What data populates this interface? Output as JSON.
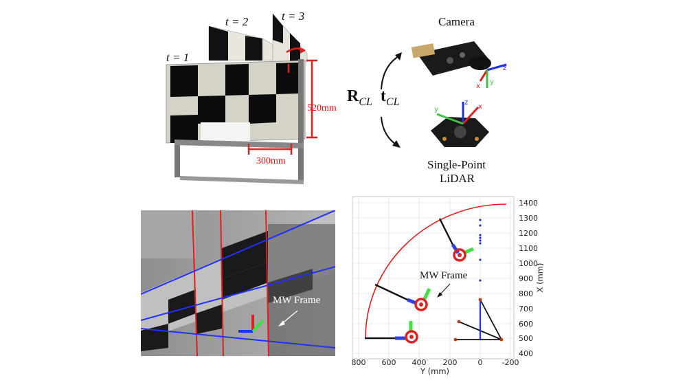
{
  "top_left": {
    "time_labels": [
      "t = 1",
      "t = 2",
      "t = 3"
    ],
    "dim_height": "520mm",
    "dim_width": "300mm"
  },
  "top_right": {
    "camera_label": "Camera",
    "lidar_label_line1": "Single-Point",
    "lidar_label_line2": "LiDAR",
    "transform_R": "R",
    "transform_t": "t",
    "subscript": "CL",
    "axis_labels": {
      "x": "x",
      "y": "y",
      "z": "z"
    }
  },
  "bottom_left": {
    "annotation": "MW Frame"
  },
  "bottom_right": {
    "annotation": "MW Frame",
    "x_axis_title": "Y (mm)",
    "y_axis_title": "X (mm)",
    "x_ticks": [
      "800",
      "600",
      "400",
      "200",
      "0",
      "-200"
    ],
    "y_ticks": [
      "1400",
      "1300",
      "1200",
      "1100",
      "1000",
      "900",
      "800",
      "700",
      "600",
      "500",
      "400"
    ]
  },
  "colors": {
    "red": "#e02020",
    "blue": "#2030e0",
    "green": "#40d040",
    "black": "#000000"
  }
}
